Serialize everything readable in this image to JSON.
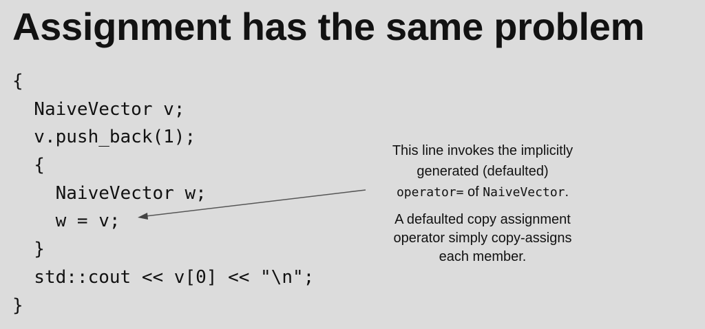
{
  "slide": {
    "title": "Assignment has the same problem",
    "code_lines": [
      "{",
      "  NaiveVector v;",
      "  v.push_back(1);",
      "  {",
      "    NaiveVector w;",
      "    w = v;",
      "  }",
      "  std::cout << v[0] << \"\\n\";",
      "}"
    ],
    "annotation": {
      "line1": "This line invokes the implicitly",
      "line2": "generated (defaulted)",
      "line3_code1": "operator=",
      "line3_text": " of ",
      "line3_code2": "NaiveVector",
      "line3_end": ".",
      "para2_line1": "A defaulted copy assignment",
      "para2_line2": "operator simply copy-assigns",
      "para2_line3": "each member."
    }
  }
}
